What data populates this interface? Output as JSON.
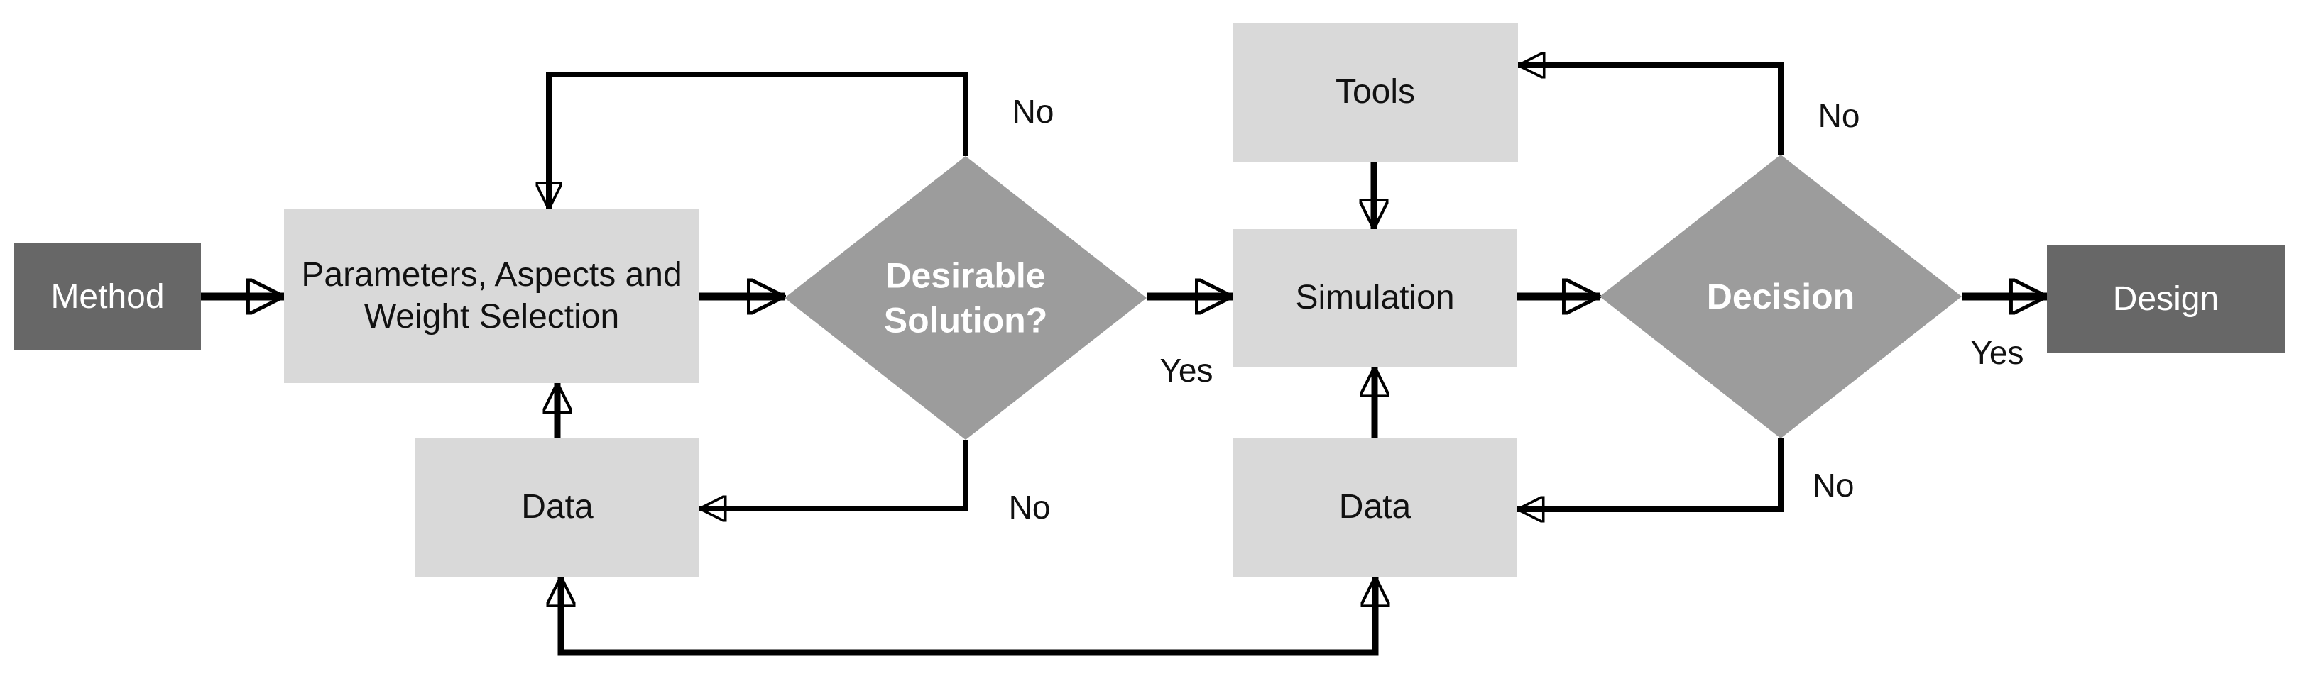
{
  "labels": {
    "yes": "Yes",
    "no": "No"
  },
  "nodes": {
    "method": {
      "label": "Method"
    },
    "parameters": {
      "label": "Parameters, Aspects and Weight Selection"
    },
    "data_left": {
      "label": "Data"
    },
    "desirable_solution": {
      "label": "Desirable Solution?"
    },
    "tools": {
      "label": "Tools"
    },
    "simulation": {
      "label": "Simulation"
    },
    "data_right": {
      "label": "Data"
    },
    "decision": {
      "label": "Decision"
    },
    "design": {
      "label": "Design"
    }
  },
  "colors": {
    "dark_box": "#676767",
    "light_box": "#d9d9d9",
    "diamond": "#9c9c9c",
    "connector": "#000000",
    "dark_box_text": "#ffffff",
    "diamond_text": "#ffffff",
    "light_box_text": "#111111",
    "background": "#ffffff"
  }
}
